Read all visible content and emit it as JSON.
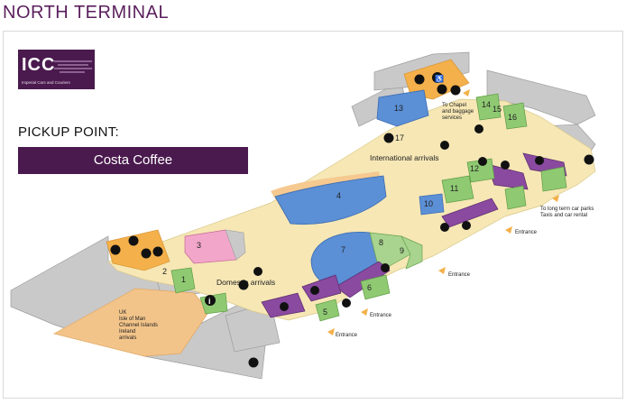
{
  "header": {
    "title": "NORTH TERMINAL"
  },
  "logo": {
    "text": "ICC",
    "subtitle": "Imperial Cars and Couriers"
  },
  "pickup": {
    "label": "PICKUP POINT:",
    "location": "Costa Coffee"
  },
  "map": {
    "labels": {
      "international_arrivals": "International arrivals",
      "domestic_arrivals": "Domestic arrivals",
      "chapel": [
        "To Chapel",
        "and baggage",
        "services"
      ],
      "car_parks": [
        "To long term car parks",
        "Taxis and car rental"
      ],
      "uk_arrivals": [
        "UK",
        "Isle of Man",
        "Channel Islands",
        "Ireland",
        "arrivals"
      ],
      "entrance": "Entrance"
    },
    "numbers": [
      "1",
      "2",
      "3",
      "4",
      "5",
      "6",
      "7",
      "8",
      "9",
      "10",
      "11",
      "12",
      "13",
      "14",
      "15",
      "16",
      "17"
    ],
    "colors": {
      "floor": "#f6e7b5",
      "wall": "#bfbfbf",
      "green": "#8fca73",
      "purple": "#8a4aa0",
      "blue": "#5b8fd6",
      "pink": "#f2a6c9",
      "orange": "#f4b04a",
      "brand": "#4a1a4e"
    },
    "icons": [
      "toilets-icon",
      "accessible-icon",
      "baby-change-icon",
      "phone-icon",
      "information-icon",
      "cash-machine-icon",
      "car-icon"
    ]
  }
}
